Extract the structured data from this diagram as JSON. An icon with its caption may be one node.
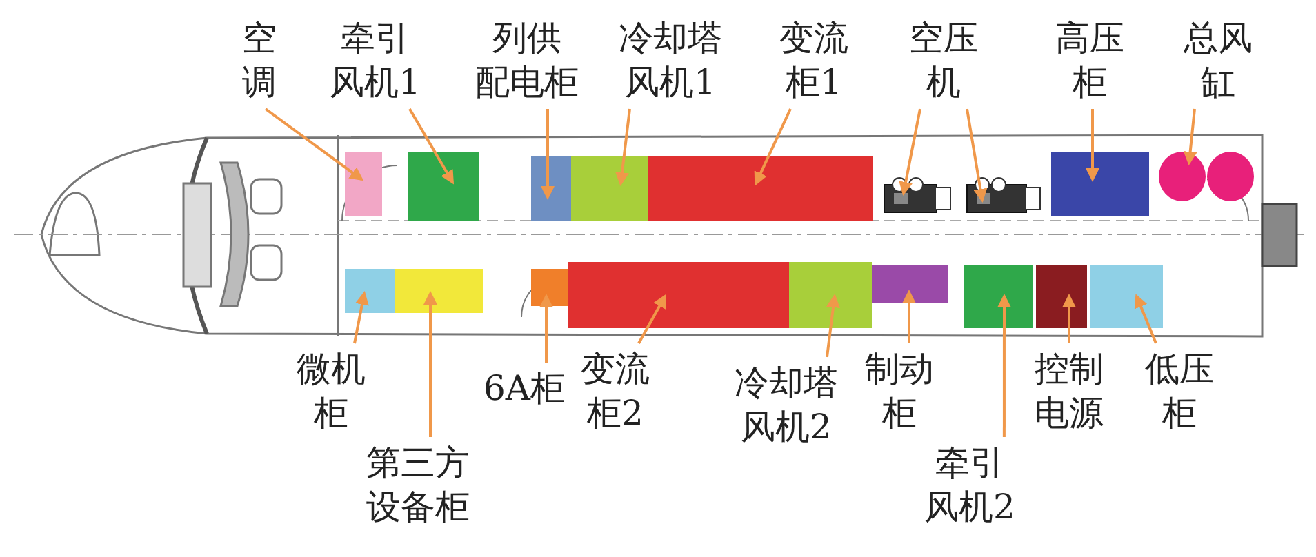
{
  "diagram": {
    "nodes": [
      {
        "text": [
          "空调"
        ]
      },
      {
        "text": [
          "牵引风机1"
        ]
      },
      {
        "text": [
          "列供配电柜"
        ]
      },
      {
        "text": [
          "冷却塔风机1"
        ]
      },
      {
        "text": [
          "变流柜1"
        ]
      },
      {
        "text": [
          "空压机"
        ]
      },
      {
        "text": [
          "高压柜"
        ]
      },
      {
        "text": [
          "总风缸"
        ]
      },
      {
        "text": [
          "微机柜"
        ]
      },
      {
        "text": [
          "第三方设备柜"
        ]
      },
      {
        "text": [
          "6A柜"
        ]
      },
      {
        "text": [
          "变流柜2"
        ]
      },
      {
        "text": [
          "冷却塔风机2"
        ]
      },
      {
        "text": [
          "制动柜"
        ]
      },
      {
        "text": [
          "控制电源"
        ]
      },
      {
        "text": [
          "牵引风机2"
        ]
      },
      {
        "text": [
          "低压柜"
        ]
      },
      {
        "text": [],
        "shape": "box"
      },
      {
        "text": [],
        "shape": "box"
      },
      {
        "text": [],
        "shape": "box"
      },
      {
        "text": [],
        "shape": "box"
      },
      {
        "text": [],
        "shape": "box"
      },
      {
        "text": [],
        "shape": "picture"
      },
      {
        "text": [],
        "shape": "picture"
      },
      {
        "text": [],
        "shape": "box"
      },
      {
        "text": [],
        "shape": "circle"
      },
      {
        "text": [],
        "shape": "circle"
      },
      {
        "text": [],
        "shape": "box"
      },
      {
        "text": [],
        "shape": "box"
      },
      {
        "text": [],
        "shape": "box"
      },
      {
        "text": [],
        "shape": "box"
      },
      {
        "text": [],
        "shape": "box"
      },
      {
        "text": [],
        "shape": "box"
      },
      {
        "text": [],
        "shape": "box"
      },
      {
        "text": [],
        "shape": "box"
      },
      {
        "text": [],
        "shape": "box"
      }
    ],
    "edges": [
      {
        "from": 0,
        "to": 17,
        "arrow": "to"
      },
      {
        "from": 1,
        "to": 18,
        "arrow": "to"
      },
      {
        "from": 2,
        "to": 19,
        "arrow": "to"
      },
      {
        "from": 3,
        "to": 20,
        "arrow": "to"
      },
      {
        "from": 4,
        "to": 21,
        "arrow": "to"
      },
      {
        "from": 5,
        "to": 22,
        "arrow": "to"
      },
      {
        "from": 5,
        "to": 23,
        "arrow": "to"
      },
      {
        "from": 6,
        "to": 24,
        "arrow": "to"
      },
      {
        "from": 7,
        "to": 25,
        "arrow": "to"
      },
      {
        "from": 8,
        "to": 27,
        "arrow": "to"
      },
      {
        "from": 9,
        "to": 28,
        "arrow": "to"
      },
      {
        "from": 10,
        "to": 29,
        "arrow": "to"
      },
      {
        "from": 11,
        "to": 30,
        "arrow": "to"
      },
      {
        "from": 12,
        "to": 31,
        "arrow": "to"
      },
      {
        "from": 13,
        "to": 32,
        "arrow": "to"
      },
      {
        "from": 14,
        "to": 34,
        "arrow": "to"
      },
      {
        "from": 15,
        "to": 33,
        "arrow": "to"
      },
      {
        "from": 16,
        "to": 35,
        "arrow": "to"
      }
    ]
  }
}
